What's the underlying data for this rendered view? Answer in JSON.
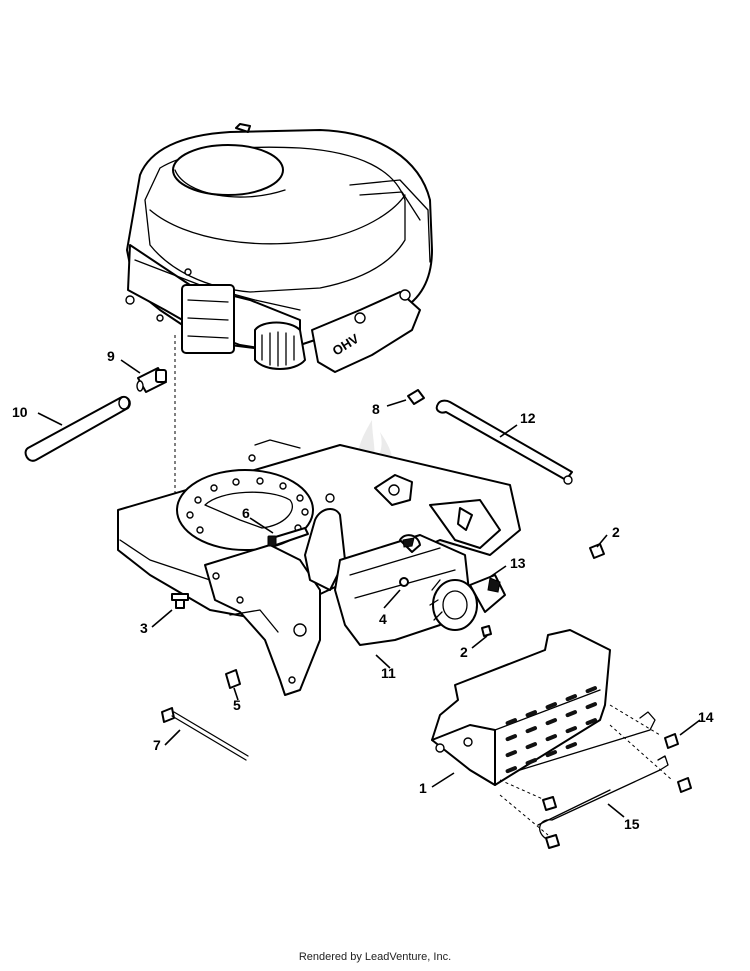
{
  "callouts": [
    {
      "id": "1",
      "label": "1"
    },
    {
      "id": "2a",
      "label": "2"
    },
    {
      "id": "2b",
      "label": "2"
    },
    {
      "id": "3",
      "label": "3"
    },
    {
      "id": "4",
      "label": "4"
    },
    {
      "id": "5",
      "label": "5"
    },
    {
      "id": "6",
      "label": "6"
    },
    {
      "id": "7",
      "label": "7"
    },
    {
      "id": "8",
      "label": "8"
    },
    {
      "id": "9",
      "label": "9"
    },
    {
      "id": "10",
      "label": "10"
    },
    {
      "id": "11",
      "label": "11"
    },
    {
      "id": "12",
      "label": "12"
    },
    {
      "id": "13",
      "label": "13"
    },
    {
      "id": "14",
      "label": "14"
    },
    {
      "id": "15",
      "label": "15"
    }
  ],
  "engine_badge": "OHV",
  "footer": "Rendered by LeadVenture, Inc."
}
